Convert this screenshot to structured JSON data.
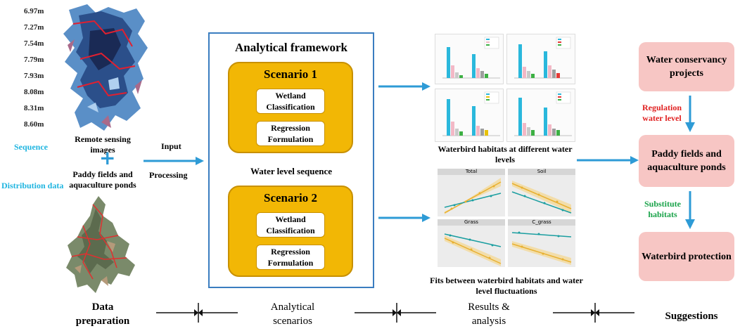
{
  "water_levels": [
    "6.97m",
    "7.27m",
    "7.54m",
    "7.79m",
    "7.93m",
    "8.08m",
    "8.31m",
    "8.60m"
  ],
  "left": {
    "remote_sensing": "Remote sensing images",
    "sequence": "Sequence",
    "plus": "+",
    "paddy": "Paddy fields and aquaculture ponds",
    "distribution": "Distribution data",
    "input": "Input",
    "processing": "Processing"
  },
  "framework": {
    "title": "Analytical framework",
    "scenario1": {
      "title": "Scenario 1",
      "box1": "Wetland Classification",
      "box2": "Regression Formulation"
    },
    "sequence_label": "Water level sequence",
    "scenario2": {
      "title": "Scenario 2",
      "box1": "Wetland Classification",
      "box2": "Regression Formulation"
    }
  },
  "results": {
    "habitats_caption": "Waterbird habitats at different water levels",
    "fits_caption": "Fits between waterbird habitats and water level fluctuations",
    "facets": [
      "Total",
      "Soil",
      "Grass",
      "C_grass"
    ]
  },
  "suggestions": {
    "box1": "Water conservancy projects",
    "label1": "Regulation water level",
    "box2": "Paddy fields and aquaculture ponds",
    "label2": "Substitute habitats",
    "box3": "Waterbird protection"
  },
  "bottom": {
    "data_prep": "Data preparation",
    "analytical": "Analytical scenarios",
    "results": "Results & analysis",
    "suggestions": "Suggestions"
  },
  "colors": {
    "accent_blue": "#2e9bd6",
    "scenario_orange": "#f2b705",
    "suggestion_pink": "#f7c6c4",
    "cyan_label": "#1fb5e0",
    "red_label": "#e02020",
    "green_label": "#1aa34a",
    "fit_teal": "#1a9ea0",
    "fit_gold": "#e8b030"
  }
}
